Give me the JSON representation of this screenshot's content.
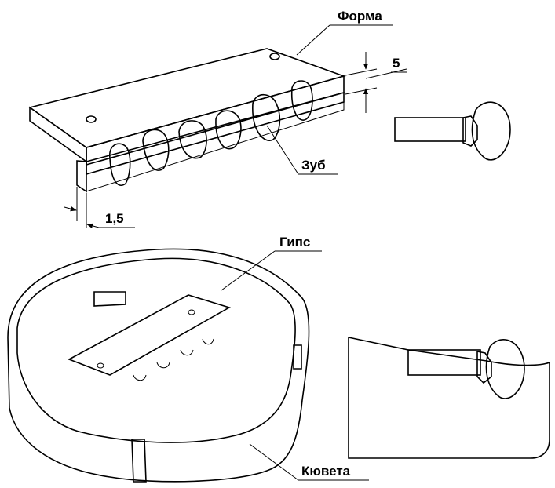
{
  "labels": {
    "forma": "Форма",
    "zub": "Зуб",
    "gips": "Гипс",
    "kyuveta": "Кювета",
    "dim_5": "5",
    "dim_1_5": "1,5"
  },
  "colors": {
    "ink": "#000000",
    "paper": "#ffffff"
  },
  "icons": {
    "arrow": "arrowhead"
  }
}
